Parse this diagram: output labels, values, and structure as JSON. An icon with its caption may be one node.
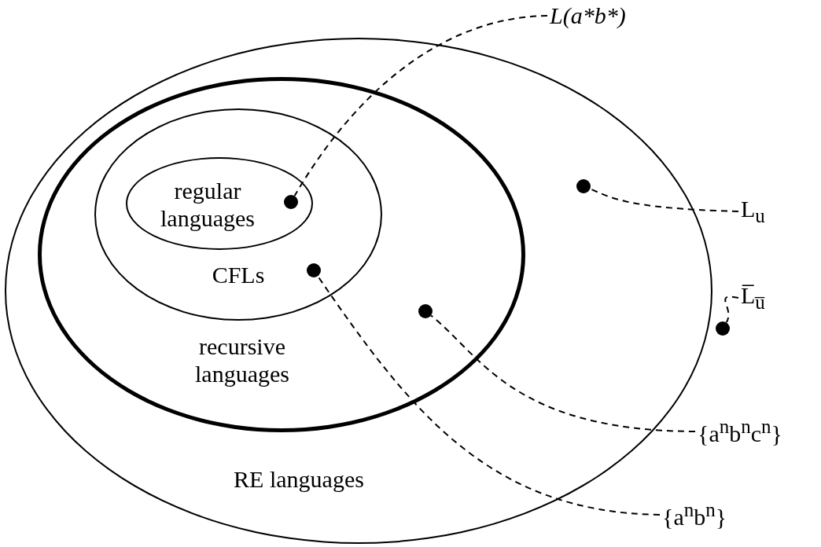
{
  "diagram": {
    "nodes": [
      {
        "text": [
          "RE languages"
        ]
      },
      {
        "text": [
          "recursive languages"
        ],
        "in": 0
      },
      {
        "text": [
          "CFLs"
        ],
        "in": 1
      },
      {
        "text": [
          "regular languages"
        ],
        "in": 2
      },
      {
        "text": [
          "L(a*b*)"
        ]
      },
      {
        "text": [],
        "shape": "circle",
        "in": 3
      },
      {
        "text": [],
        "shape": "circle",
        "in": 0
      },
      {
        "text": [
          "L$_{u}$"
        ]
      },
      {
        "text": [],
        "shape": "circle",
        "in": 2
      },
      {
        "text": [
          "L̅$_{u̅}$"
        ]
      },
      {
        "text": [],
        "shape": "circle",
        "in": 1
      },
      {
        "text": [],
        "shape": "circle"
      },
      {
        "text": [
          "{a$^{n}$b$^{n}$c$^{n}$}"
        ]
      },
      {
        "text": [
          "{a$^{n}$b$^{n}$}"
        ]
      }
    ],
    "edges": [
      {
        "from": 4,
        "to": 5,
        "arrow": "none",
        "style": "dashed"
      },
      {
        "from": 7,
        "to": 6,
        "arrow": "none",
        "style": "dashed"
      },
      {
        "from": 9,
        "to": 11,
        "arrow": "none",
        "style": "dashed"
      },
      {
        "from": 12,
        "to": 10,
        "arrow": "none",
        "style": "dashed"
      },
      {
        "from": 13,
        "to": 8,
        "arrow": "none",
        "style": "dashed"
      }
    ]
  }
}
